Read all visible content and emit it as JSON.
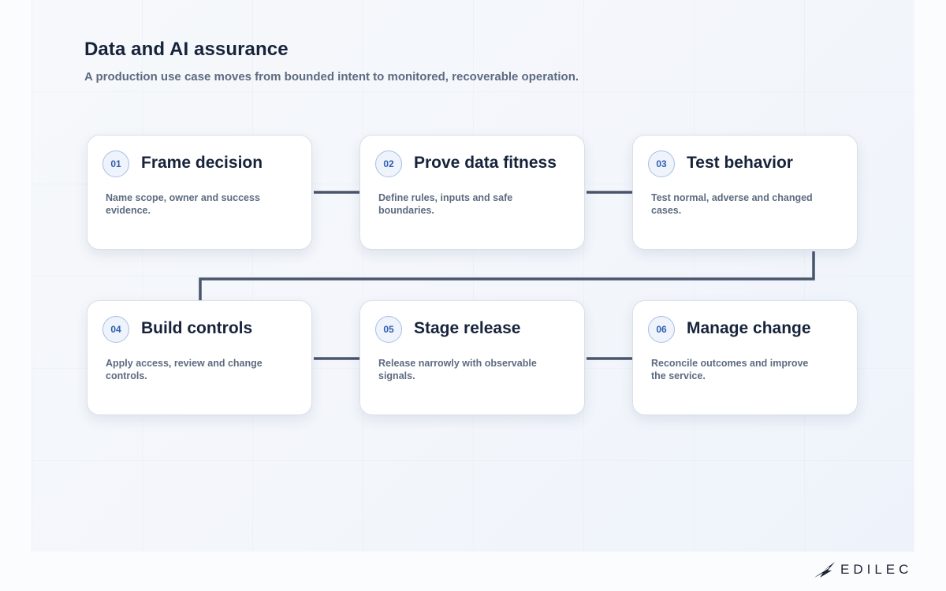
{
  "header": {
    "title": "Data and AI assurance",
    "subtitle": "A production use case moves from bounded intent to monitored, recoverable operation."
  },
  "steps": [
    {
      "number": "01",
      "title": "Frame decision",
      "description": "Name scope, owner and success evidence."
    },
    {
      "number": "02",
      "title": "Prove data fitness",
      "description": "Define rules, inputs and safe boundaries."
    },
    {
      "number": "03",
      "title": "Test behavior",
      "description": "Test normal, adverse and changed cases."
    },
    {
      "number": "04",
      "title": "Build controls",
      "description": "Apply access, review and change controls."
    },
    {
      "number": "05",
      "title": "Stage release",
      "description": "Release narrowly with observable signals."
    },
    {
      "number": "06",
      "title": "Manage change",
      "description": "Reconcile outcomes and improve the service."
    }
  ],
  "brand": {
    "name": "EDILEC"
  },
  "colors": {
    "connector": "#48556b",
    "badge_text": "#2f5fb0",
    "title": "#17233b",
    "muted": "#5d6b80"
  }
}
